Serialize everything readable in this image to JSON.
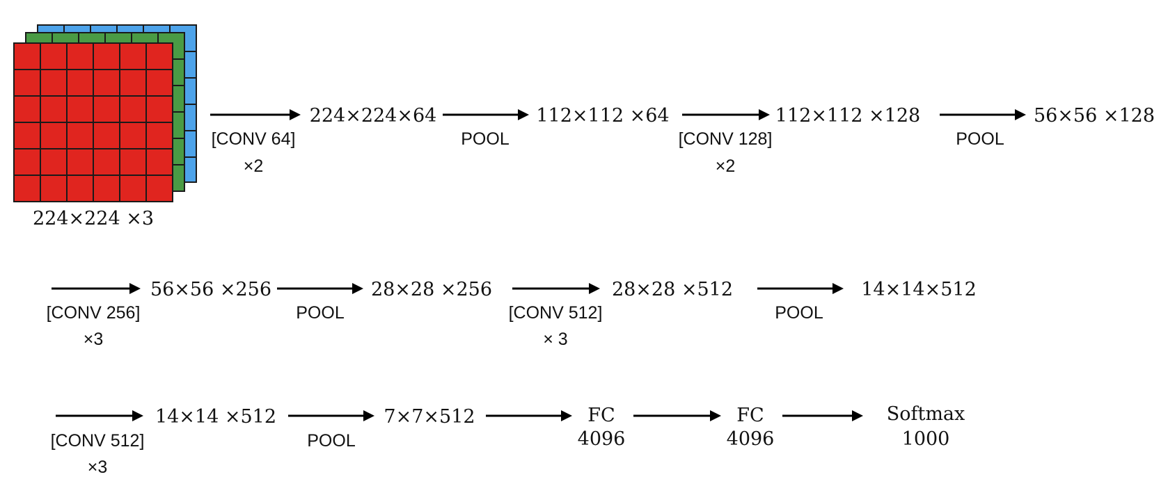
{
  "input": {
    "dims": "224×224 ×3",
    "channel_colors": {
      "red": "#e0251f",
      "green": "#4a9b45",
      "blue": "#4da3ea"
    }
  },
  "rows": [
    {
      "arrows": [
        {
          "label_top": "[CONV 64]",
          "label_bottom": "×2"
        },
        {
          "label_top": "POOL",
          "label_bottom": ""
        },
        {
          "label_top": "[CONV 128]",
          "label_bottom": "×2"
        },
        {
          "label_top": "POOL",
          "label_bottom": ""
        }
      ],
      "nodes": [
        "224×224×64",
        "112×112 ×64",
        "112×112 ×128",
        "56×56 ×128"
      ]
    },
    {
      "arrows": [
        {
          "label_top": "[CONV 256]",
          "label_bottom": "×3"
        },
        {
          "label_top": "POOL",
          "label_bottom": ""
        },
        {
          "label_top": "[CONV 512]",
          "label_bottom": "× 3"
        },
        {
          "label_top": "POOL",
          "label_bottom": ""
        }
      ],
      "nodes": [
        "56×56 ×256",
        "28×28 ×256",
        "28×28 ×512",
        "14×14×512"
      ]
    },
    {
      "arrows": [
        {
          "label_top": "[CONV 512]",
          "label_bottom": "×3"
        },
        {
          "label_top": "POOL",
          "label_bottom": ""
        },
        {
          "label_top": "",
          "label_bottom": ""
        },
        {
          "label_top": "",
          "label_bottom": ""
        },
        {
          "label_top": "",
          "label_bottom": ""
        }
      ],
      "nodes": [
        {
          "line1": "14×14 ×512",
          "line2": ""
        },
        {
          "line1": "7×7×512",
          "line2": ""
        },
        {
          "line1": "FC",
          "line2": "4096"
        },
        {
          "line1": "FC",
          "line2": "4096"
        },
        {
          "line1": "Softmax",
          "line2": "1000"
        }
      ]
    }
  ]
}
